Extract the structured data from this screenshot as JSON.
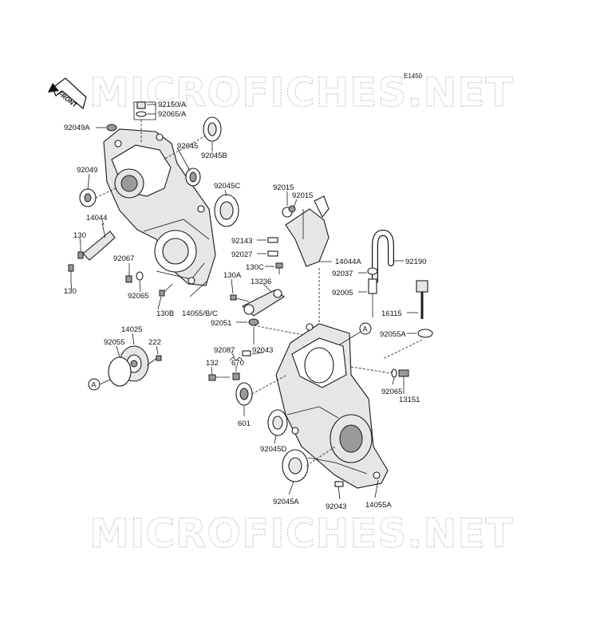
{
  "diagram_code": "E1450",
  "front_label": "FRONT",
  "watermark": "MICROFICHES.NET",
  "ref_marker": "A",
  "labels": {
    "p92150A": "92150/A",
    "p92065A_top": "92065/A",
    "p92049A": "92049A",
    "p92045": "92045",
    "p92045B": "92045B",
    "p92049": "92049",
    "p92045C": "92045C",
    "p14044": "14044",
    "p130_a": "130",
    "p130_b": "130",
    "p92067": "92067",
    "p92065_left": "92065",
    "p130B": "130B",
    "p14055BC": "14055/B/C",
    "p92015_a": "92015",
    "p92015_b": "92015",
    "p92143": "92143",
    "p92027": "92027",
    "p130C": "130C",
    "p14044A": "14044A",
    "p92190": "92190",
    "p92037": "92037",
    "p92005": "92005",
    "p130A": "130A",
    "p13236": "13236",
    "p16115": "16115",
    "p92051": "92051",
    "p92055A": "92055A",
    "p14025": "14025",
    "p92055": "92055",
    "p222": "222",
    "p92087": "92087",
    "p92043_top": "92043",
    "p132": "132",
    "p670": "670",
    "p92065_right": "92065",
    "p13151": "13151",
    "p601": "601",
    "p92045D": "92045D",
    "p92045A": "92045A",
    "p92043_bottom": "92043",
    "p14055A": "14055A"
  }
}
